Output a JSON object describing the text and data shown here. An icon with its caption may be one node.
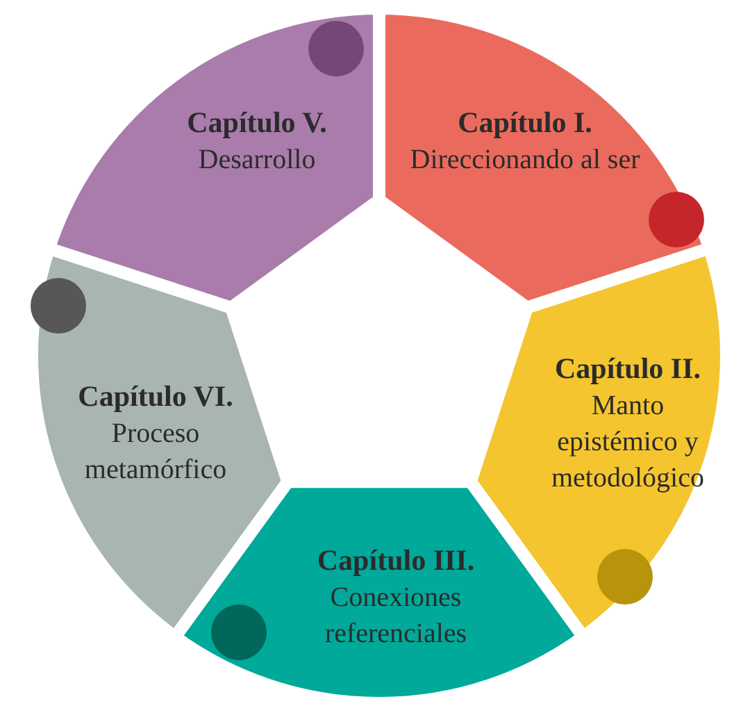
{
  "diagram": {
    "nodes": [
      {
        "text": [
          "Capítulo I.",
          "Direccionando al ser"
        ]
      },
      {
        "text": [
          "Capítulo II.",
          "Manto epistémico y metodológico"
        ]
      },
      {
        "text": [
          "Capítulo III.",
          "Conexiones referenciales"
        ]
      },
      {
        "text": [
          "Capítulo VI.",
          "Proceso metamórfico"
        ]
      },
      {
        "text": [
          "Capítulo V.",
          "Desarrollo"
        ]
      }
    ]
  }
}
